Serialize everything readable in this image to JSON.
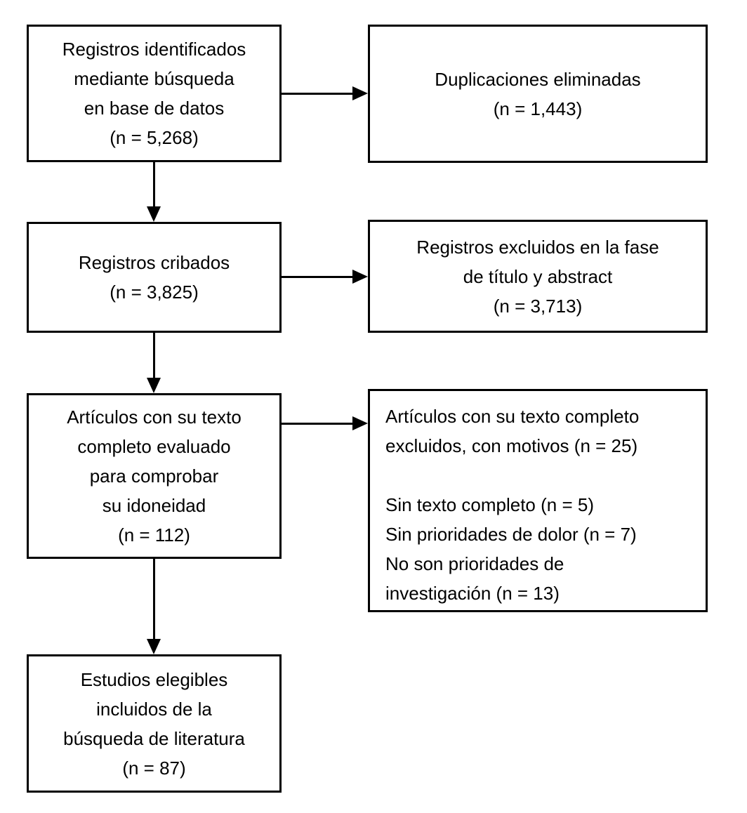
{
  "colors": {
    "background": "#ffffff",
    "box_border": "#000000",
    "text": "#000000",
    "arrow": "#000000"
  },
  "boxes": {
    "identified": {
      "lines": [
        "Registros identificados",
        "mediante búsqueda",
        "en base de datos",
        "(n = 5,268)"
      ]
    },
    "duplicates_removed": {
      "lines": [
        "Duplicaciones eliminadas",
        "(n = 1,443)"
      ]
    },
    "screened": {
      "lines": [
        "Registros cribados",
        "(n = 3,825)"
      ]
    },
    "excluded_title_abstract": {
      "lines": [
        "Registros excluidos en la fase",
        "de título y abstract",
        "(n = 3,713)"
      ]
    },
    "fulltext_assessed": {
      "lines": [
        "Artículos con su texto",
        "completo evaluado",
        "para comprobar",
        "su idoneidad",
        "(n = 112)"
      ]
    },
    "fulltext_excluded": {
      "lines": [
        "Artículos con su texto completo",
        "excluidos, con motivos (n = 25)",
        "",
        "Sin texto completo (n = 5)",
        "Sin prioridades de dolor (n = 7)",
        "No son prioridades de",
        "investigación (n = 13)"
      ]
    },
    "included": {
      "lines": [
        "Estudios elegibles",
        "incluidos de la",
        "búsqueda de literatura",
        "(n = 87)"
      ]
    }
  },
  "arrows": [
    {
      "from": "identified",
      "to": "duplicates_removed",
      "direction": "right"
    },
    {
      "from": "identified",
      "to": "screened",
      "direction": "down"
    },
    {
      "from": "screened",
      "to": "excluded_title_abstract",
      "direction": "right"
    },
    {
      "from": "screened",
      "to": "fulltext_assessed",
      "direction": "down"
    },
    {
      "from": "fulltext_assessed",
      "to": "fulltext_excluded",
      "direction": "right"
    },
    {
      "from": "fulltext_assessed",
      "to": "included",
      "direction": "down"
    }
  ]
}
